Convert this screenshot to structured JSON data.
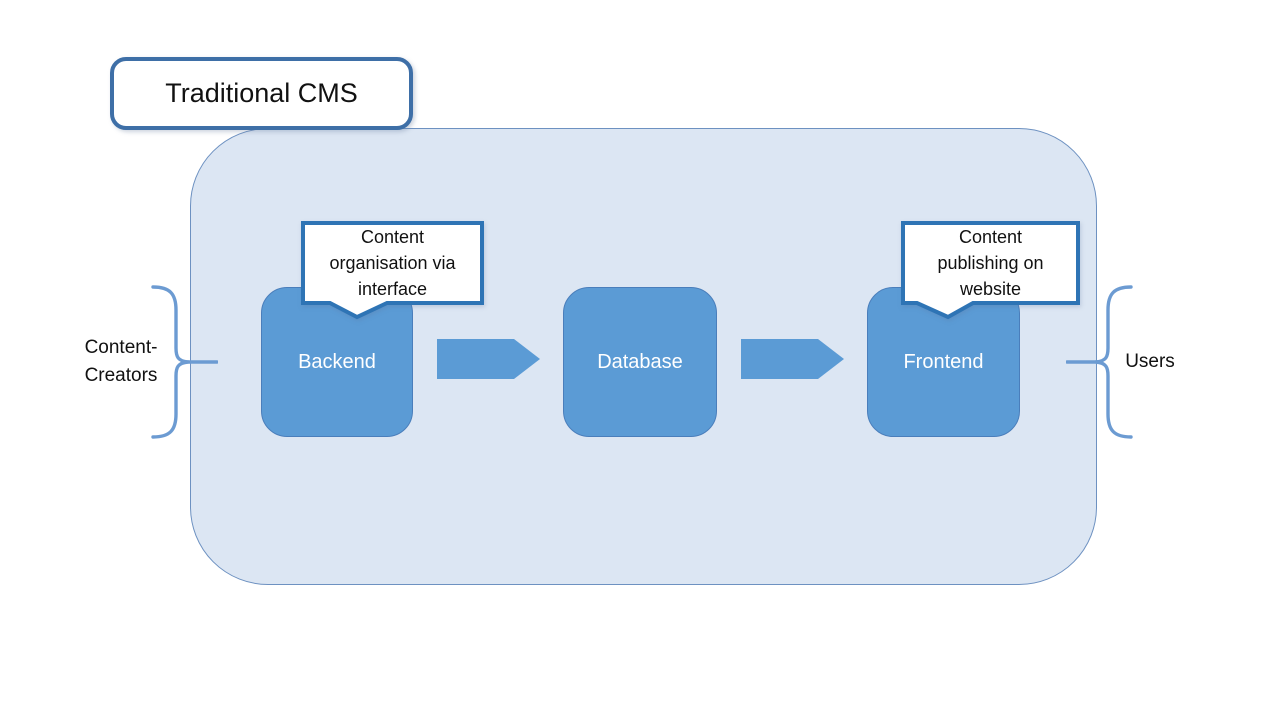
{
  "title_box": {
    "label": "Traditional CMS"
  },
  "nodes": [
    {
      "id": "backend",
      "label": "Backend"
    },
    {
      "id": "database",
      "label": "Database"
    },
    {
      "id": "frontend",
      "label": "Frontend"
    }
  ],
  "callouts": [
    {
      "attached_to": "backend",
      "text": "Content organisation via interface",
      "lines": [
        "Content",
        "organisation via",
        "interface"
      ]
    },
    {
      "attached_to": "frontend",
      "text": "Content publishing on website",
      "lines": [
        "Content",
        "publishing on",
        "website"
      ]
    }
  ],
  "side_labels": {
    "left": {
      "text": "Content-Creators",
      "lines": [
        "Content-",
        "Creators"
      ]
    },
    "right": {
      "text": "Users"
    }
  },
  "arrows": [
    {
      "from": "backend",
      "to": "database",
      "direction": "right"
    },
    {
      "from": "database",
      "to": "frontend",
      "direction": "right"
    }
  ],
  "colors": {
    "background": "#FFFFFF",
    "node_fill": "#5B9BD5",
    "node_border": "#4A7EBB",
    "node_text": "#FFFFFF",
    "container_fill": "#DCE6F3",
    "container_border": "#6D91C1",
    "callout_border": "#2E74B5",
    "title_border": "#3E6FA7",
    "brace": "#6C9BD2",
    "text": "#111111"
  }
}
